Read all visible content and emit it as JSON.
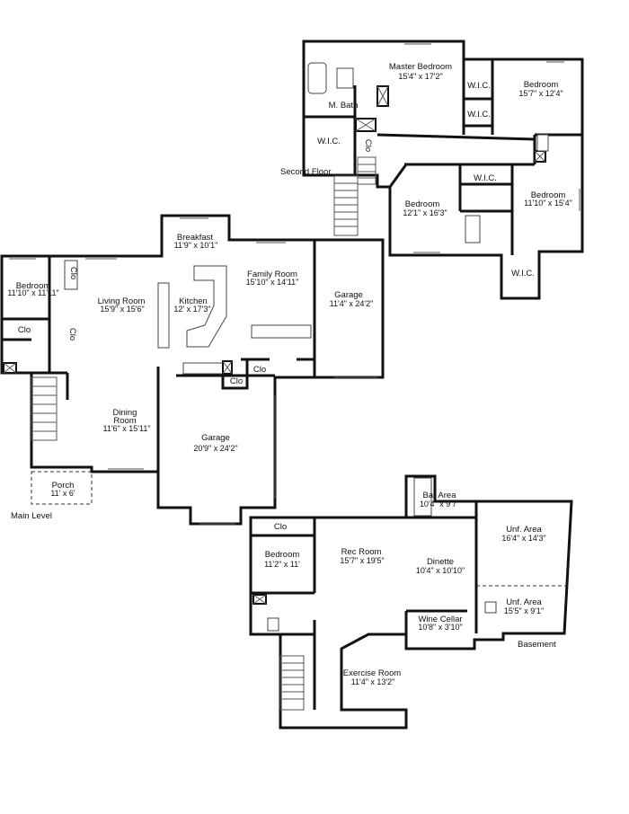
{
  "levels": {
    "second": "Second Floor",
    "main": "Main Level",
    "basement": "Basement"
  },
  "rooms": {
    "master_bedroom": {
      "name": "Master Bedroom",
      "dim": "15'4\" x 17'2\""
    },
    "m_bath": {
      "name": "M. Bath"
    },
    "wic_master": {
      "name": "W.I.C."
    },
    "clo_second": {
      "name": "Clo"
    },
    "wic_upper_1": {
      "name": "W.I.C."
    },
    "wic_upper_2": {
      "name": "W.I.C."
    },
    "bedroom_ne": {
      "name": "Bedroom",
      "dim": "15'7\" x 12'4\""
    },
    "wic_mid": {
      "name": "W.I.C."
    },
    "bedroom_s1": {
      "name": "Bedroom",
      "dim": "12'1\" x 16'3\""
    },
    "bedroom_s2": {
      "name": "Bedroom",
      "dim": "11'10\" x 15'4\""
    },
    "wic_bottom": {
      "name": "W.I.C."
    },
    "breakfast": {
      "name": "Breakfast",
      "dim": "11'9\" x 10'1\""
    },
    "bedroom_main": {
      "name": "Bedroom",
      "dim": "11'10\" x 11'11\""
    },
    "clo_main_1": {
      "name": "Clo"
    },
    "clo_main_2": {
      "name": "Clo"
    },
    "clo_main_3": {
      "name": "Clo"
    },
    "living_room": {
      "name": "Living Room",
      "dim": "15'9\" x 15'6\""
    },
    "kitchen": {
      "name": "Kitchen",
      "dim": "12' x 17'3\""
    },
    "family_room": {
      "name": "Family Room",
      "dim": "15'10\" x 14'11\""
    },
    "garage_right": {
      "name": "Garage",
      "dim": "11'4\" x 24'2\""
    },
    "clo_main_4": {
      "name": "Clo"
    },
    "clo_main_5": {
      "name": "Clo"
    },
    "dining_room": {
      "name": "Dining Room",
      "name2": "Room",
      "name1": "Dining",
      "dim": "11'6\" x 15'11\""
    },
    "garage_main": {
      "name": "Garage",
      "dim": "20'9\" x 24'2\""
    },
    "porch": {
      "name": "Porch",
      "dim": "11' x 6'"
    },
    "clo_base": {
      "name": "Clo"
    },
    "bedroom_base": {
      "name": "Bedroom",
      "dim": "11'2\" x 11'"
    },
    "rec_room": {
      "name": "Rec Room",
      "dim": "15'7\" x 19'5\""
    },
    "bar_area": {
      "name": "Bar Area",
      "dim": "10'4\" x 9'7\""
    },
    "dinette": {
      "name": "Dinette",
      "dim": "10'4\" x 10'10\""
    },
    "unf_area_1": {
      "name": "Unf. Area",
      "dim": "16'4\" x 14'3\""
    },
    "unf_area_2": {
      "name": "Unf. Area",
      "dim": "15'5\" x 9'1\""
    },
    "wine_cellar": {
      "name": "Wine Cellar",
      "dim": "10'8\" x 3'10\""
    },
    "exercise_room": {
      "name": "Exercise Room",
      "dim": "11'4\" x 13'2\""
    }
  }
}
